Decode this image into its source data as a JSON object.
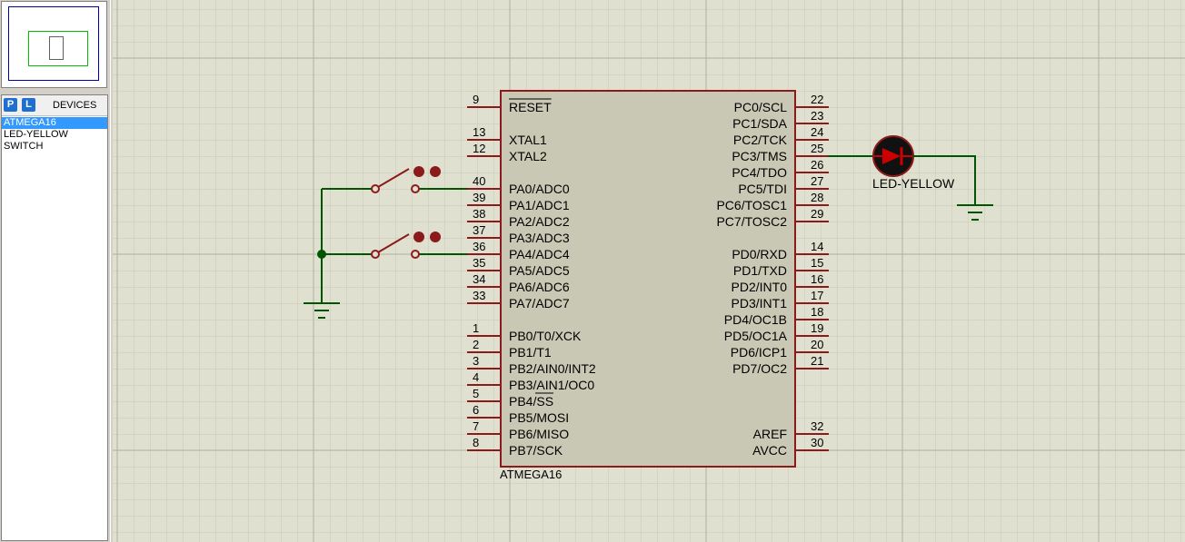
{
  "overview": {
    "label": "overview-preview"
  },
  "devices": {
    "p_button": "P",
    "l_button": "L",
    "header_label": "DEVICES",
    "items": [
      "ATMEGA16",
      "LED-YELLOW",
      "SWITCH"
    ],
    "selected_index": 0
  },
  "schematic": {
    "chip_name": "ATMEGA16",
    "left_pins": [
      {
        "num": "9",
        "name": "RESET",
        "overbar": true
      },
      {
        "num": "13",
        "name": "XTAL1"
      },
      {
        "num": "12",
        "name": "XTAL2"
      },
      {
        "num": "40",
        "name": "PA0/ADC0"
      },
      {
        "num": "39",
        "name": "PA1/ADC1"
      },
      {
        "num": "38",
        "name": "PA2/ADC2"
      },
      {
        "num": "37",
        "name": "PA3/ADC3"
      },
      {
        "num": "36",
        "name": "PA4/ADC4"
      },
      {
        "num": "35",
        "name": "PA5/ADC5"
      },
      {
        "num": "34",
        "name": "PA6/ADC6"
      },
      {
        "num": "33",
        "name": "PA7/ADC7"
      },
      {
        "num": "1",
        "name": "PB0/T0/XCK"
      },
      {
        "num": "2",
        "name": "PB1/T1"
      },
      {
        "num": "3",
        "name": "PB2/AIN0/INT2"
      },
      {
        "num": "4",
        "name": "PB3/AIN1/OC0"
      },
      {
        "num": "5",
        "name": "PB4/SS"
      },
      {
        "num": "6",
        "name": "PB5/MOSI"
      },
      {
        "num": "7",
        "name": "PB6/MISO"
      },
      {
        "num": "8",
        "name": "PB7/SCK"
      }
    ],
    "right_pins": [
      {
        "num": "22",
        "name": "PC0/SCL"
      },
      {
        "num": "23",
        "name": "PC1/SDA"
      },
      {
        "num": "24",
        "name": "PC2/TCK"
      },
      {
        "num": "25",
        "name": "PC3/TMS"
      },
      {
        "num": "26",
        "name": "PC4/TDO"
      },
      {
        "num": "27",
        "name": "PC5/TDI"
      },
      {
        "num": "28",
        "name": "PC6/TOSC1"
      },
      {
        "num": "29",
        "name": "PC7/TOSC2"
      },
      {
        "num": "14",
        "name": "PD0/RXD"
      },
      {
        "num": "15",
        "name": "PD1/TXD"
      },
      {
        "num": "16",
        "name": "PD2/INT0"
      },
      {
        "num": "17",
        "name": "PD3/INT1"
      },
      {
        "num": "18",
        "name": "PD4/OC1B"
      },
      {
        "num": "19",
        "name": "PD5/OC1A"
      },
      {
        "num": "20",
        "name": "PD6/ICP1"
      },
      {
        "num": "21",
        "name": "PD7/OC2"
      },
      {
        "num": "32",
        "name": "AREF"
      },
      {
        "num": "30",
        "name": "AVCC"
      }
    ],
    "led_label": "LED-YELLOW",
    "colors": {
      "background": "#e0e0d0",
      "grid": "#c8c8b8",
      "chip_fill": "#c8c8b4",
      "chip_border": "#8b1a1a",
      "pin": "#8b1a1a",
      "wire": "#005500",
      "led": "#cc0000"
    }
  }
}
